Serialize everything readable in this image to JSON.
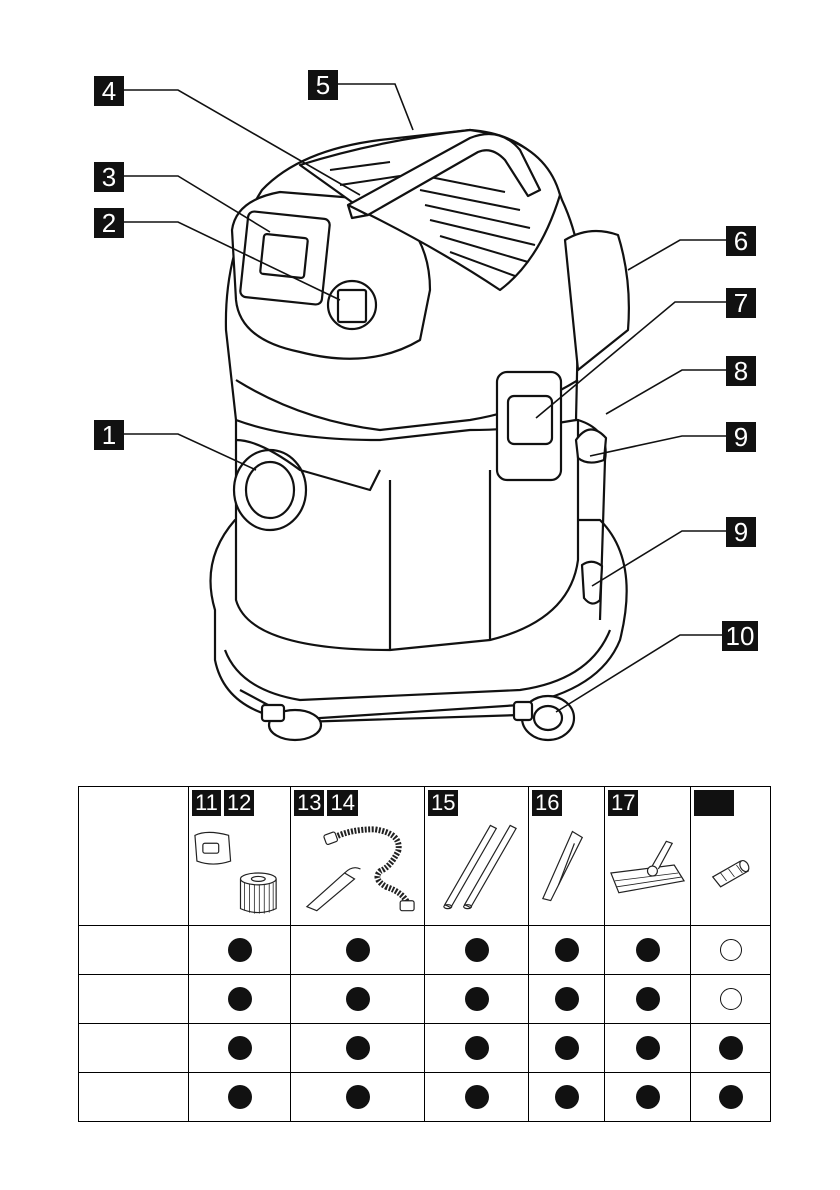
{
  "callouts": [
    {
      "id": "c1",
      "label": "1"
    },
    {
      "id": "c2",
      "label": "2"
    },
    {
      "id": "c3",
      "label": "3"
    },
    {
      "id": "c4",
      "label": "4"
    },
    {
      "id": "c5",
      "label": "5"
    },
    {
      "id": "c6",
      "label": "6"
    },
    {
      "id": "c7",
      "label": "7"
    },
    {
      "id": "c8",
      "label": "8"
    },
    {
      "id": "c9a",
      "label": "9"
    },
    {
      "id": "c9b",
      "label": "9"
    },
    {
      "id": "c10",
      "label": "10"
    }
  ],
  "table": {
    "columns": [
      {
        "numbers": [
          "11",
          "12"
        ],
        "icon": "bag-and-cartridge-filter-icon"
      },
      {
        "numbers": [
          "13",
          "14"
        ],
        "icon": "hose-and-elbow-icon"
      },
      {
        "numbers": [
          "15"
        ],
        "icon": "suction-tubes-icon"
      },
      {
        "numbers": [
          "16"
        ],
        "icon": "crevice-nozzle-icon"
      },
      {
        "numbers": [
          "17"
        ],
        "icon": "floor-nozzle-icon"
      },
      {
        "numbers": [
          ""
        ],
        "icon": "adapter-icon"
      }
    ],
    "rows": [
      [
        "filled",
        "filled",
        "filled",
        "filled",
        "filled",
        "empty"
      ],
      [
        "filled",
        "filled",
        "filled",
        "filled",
        "filled",
        "empty"
      ],
      [
        "filled",
        "filled",
        "filled",
        "filled",
        "filled",
        "filled"
      ],
      [
        "filled",
        "filled",
        "filled",
        "filled",
        "filled",
        "filled"
      ]
    ]
  }
}
